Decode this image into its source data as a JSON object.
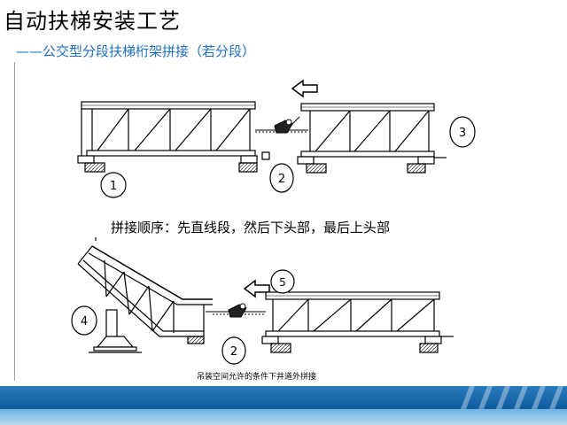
{
  "slide": {
    "title": "自动扶梯安装工艺",
    "subtitle": "——公交型分段扶梯桁架拼接（若分段）",
    "caption_main": "拼接顺序：先直线段，然后下头部，最后上头部",
    "caption_small": "吊装空间允许的条件下井道外拼接"
  },
  "labels": {
    "n1": "1",
    "n2a": "2",
    "n3": "3",
    "n4": "4",
    "n5": "5",
    "n2b": "2"
  },
  "colors": {
    "line": "#000000",
    "subtitle": "#1f6fc0",
    "footer_dark": "#0f5c9d",
    "footer_light": "#b8dcf3"
  }
}
